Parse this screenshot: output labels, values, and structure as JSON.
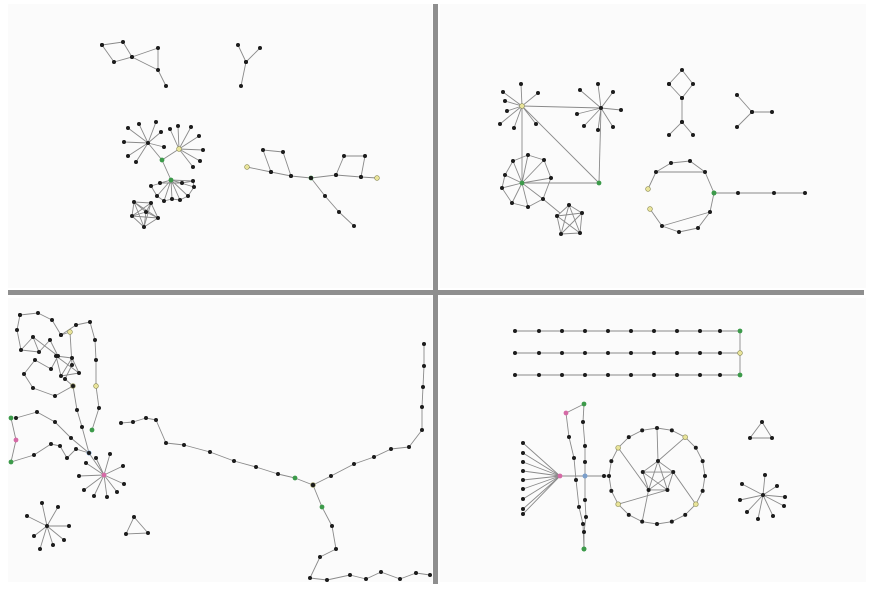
{
  "colors": {
    "panel_background": "#fbfbfb",
    "divider": "#8f8f8f",
    "edge": "#8a8a8a",
    "node_default": "#1c1c1c",
    "node_green": "#3c9a4a",
    "node_yellow": "#e9e49a",
    "node_pink": "#d56aa6",
    "node_blue": "#7b9fcb"
  },
  "panels": [
    {
      "id": "panel-top-left",
      "graph_type": "node-link diagram"
    },
    {
      "id": "panel-top-right",
      "graph_type": "node-link diagram"
    },
    {
      "id": "panel-bottom-left",
      "graph_type": "node-link diagram"
    },
    {
      "id": "panel-bottom-right",
      "graph_type": "node-link diagram"
    }
  ]
}
